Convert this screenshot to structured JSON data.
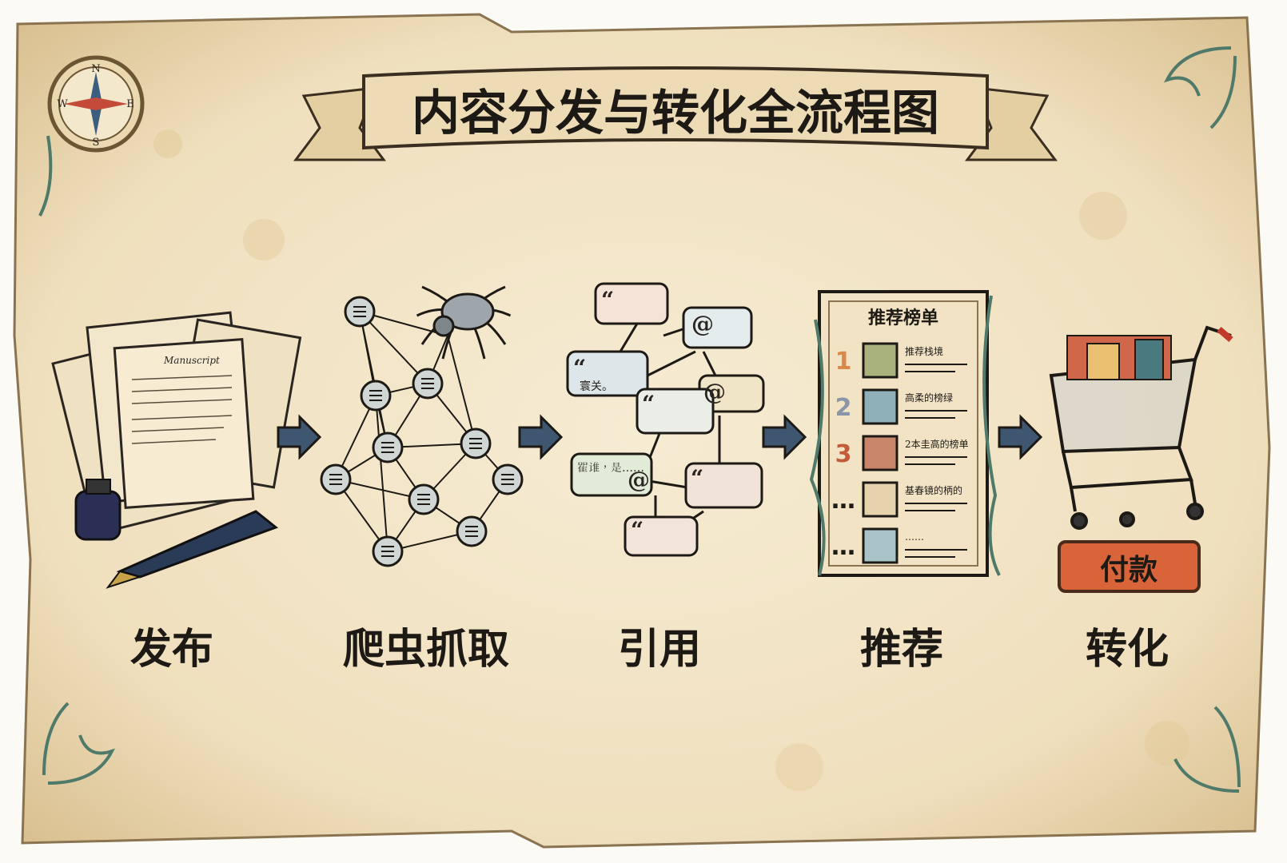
{
  "title": "内容分发与转化全流程图",
  "compass": {
    "n": "N",
    "e": "E",
    "s": "S",
    "w": "W"
  },
  "steps": [
    {
      "label": "发布",
      "illustration": "manuscripts-ink-pen",
      "doc_title": "Manuscript"
    },
    {
      "label": "爬虫抓取",
      "illustration": "spider-on-network"
    },
    {
      "label": "引用",
      "illustration": "quote-speech-bubbles",
      "bubble_texts": [
        "寰关。",
        "𨾴谁，是……"
      ]
    },
    {
      "label": "推荐",
      "illustration": "ranking-list",
      "list_title": "推荐榜单",
      "items": [
        {
          "rank": "1",
          "text": "推荐栈境"
        },
        {
          "rank": "2",
          "text": "高柔的榜绿"
        },
        {
          "rank": "3",
          "text": "2本圭高的榜单"
        },
        {
          "rank": "…",
          "text": "基春镜的柄的"
        },
        {
          "rank": "…",
          "text": "……"
        }
      ]
    },
    {
      "label": "转化",
      "illustration": "shopping-cart",
      "button": "付款"
    }
  ],
  "colors": {
    "parchment": "#f3e6c8",
    "ink": "#1d1a16",
    "arrow": "#3f5670",
    "pay_button": "#d9643a",
    "vine": "#4f7a6a"
  }
}
